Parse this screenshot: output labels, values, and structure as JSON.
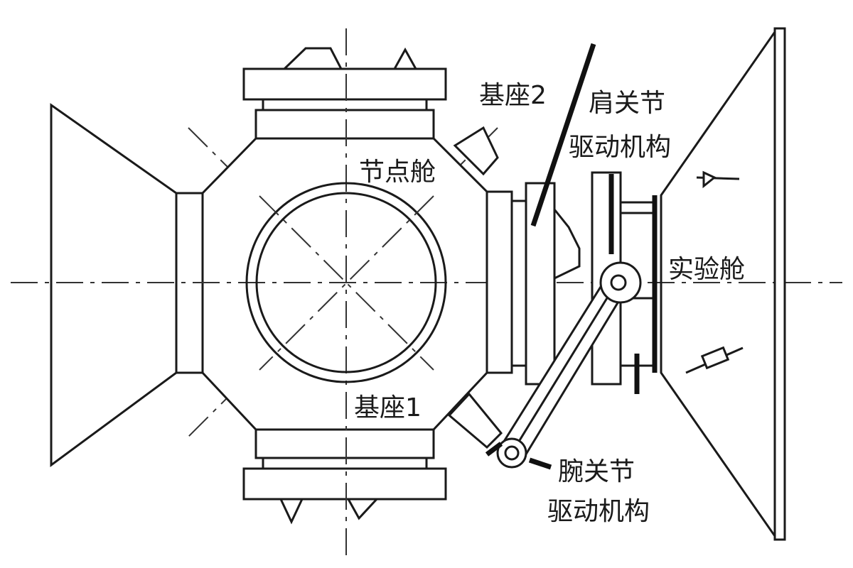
{
  "labels": {
    "base2": "基座2",
    "shoulder_joint_line1": "肩关节",
    "shoulder_joint_line2": "驱动机构",
    "node_cabin": "节点舱",
    "experiment_cabin": "实验舱",
    "base1": "基座1",
    "wrist_joint_line1": "腕关节",
    "wrist_joint_line2": "驱动机构"
  }
}
